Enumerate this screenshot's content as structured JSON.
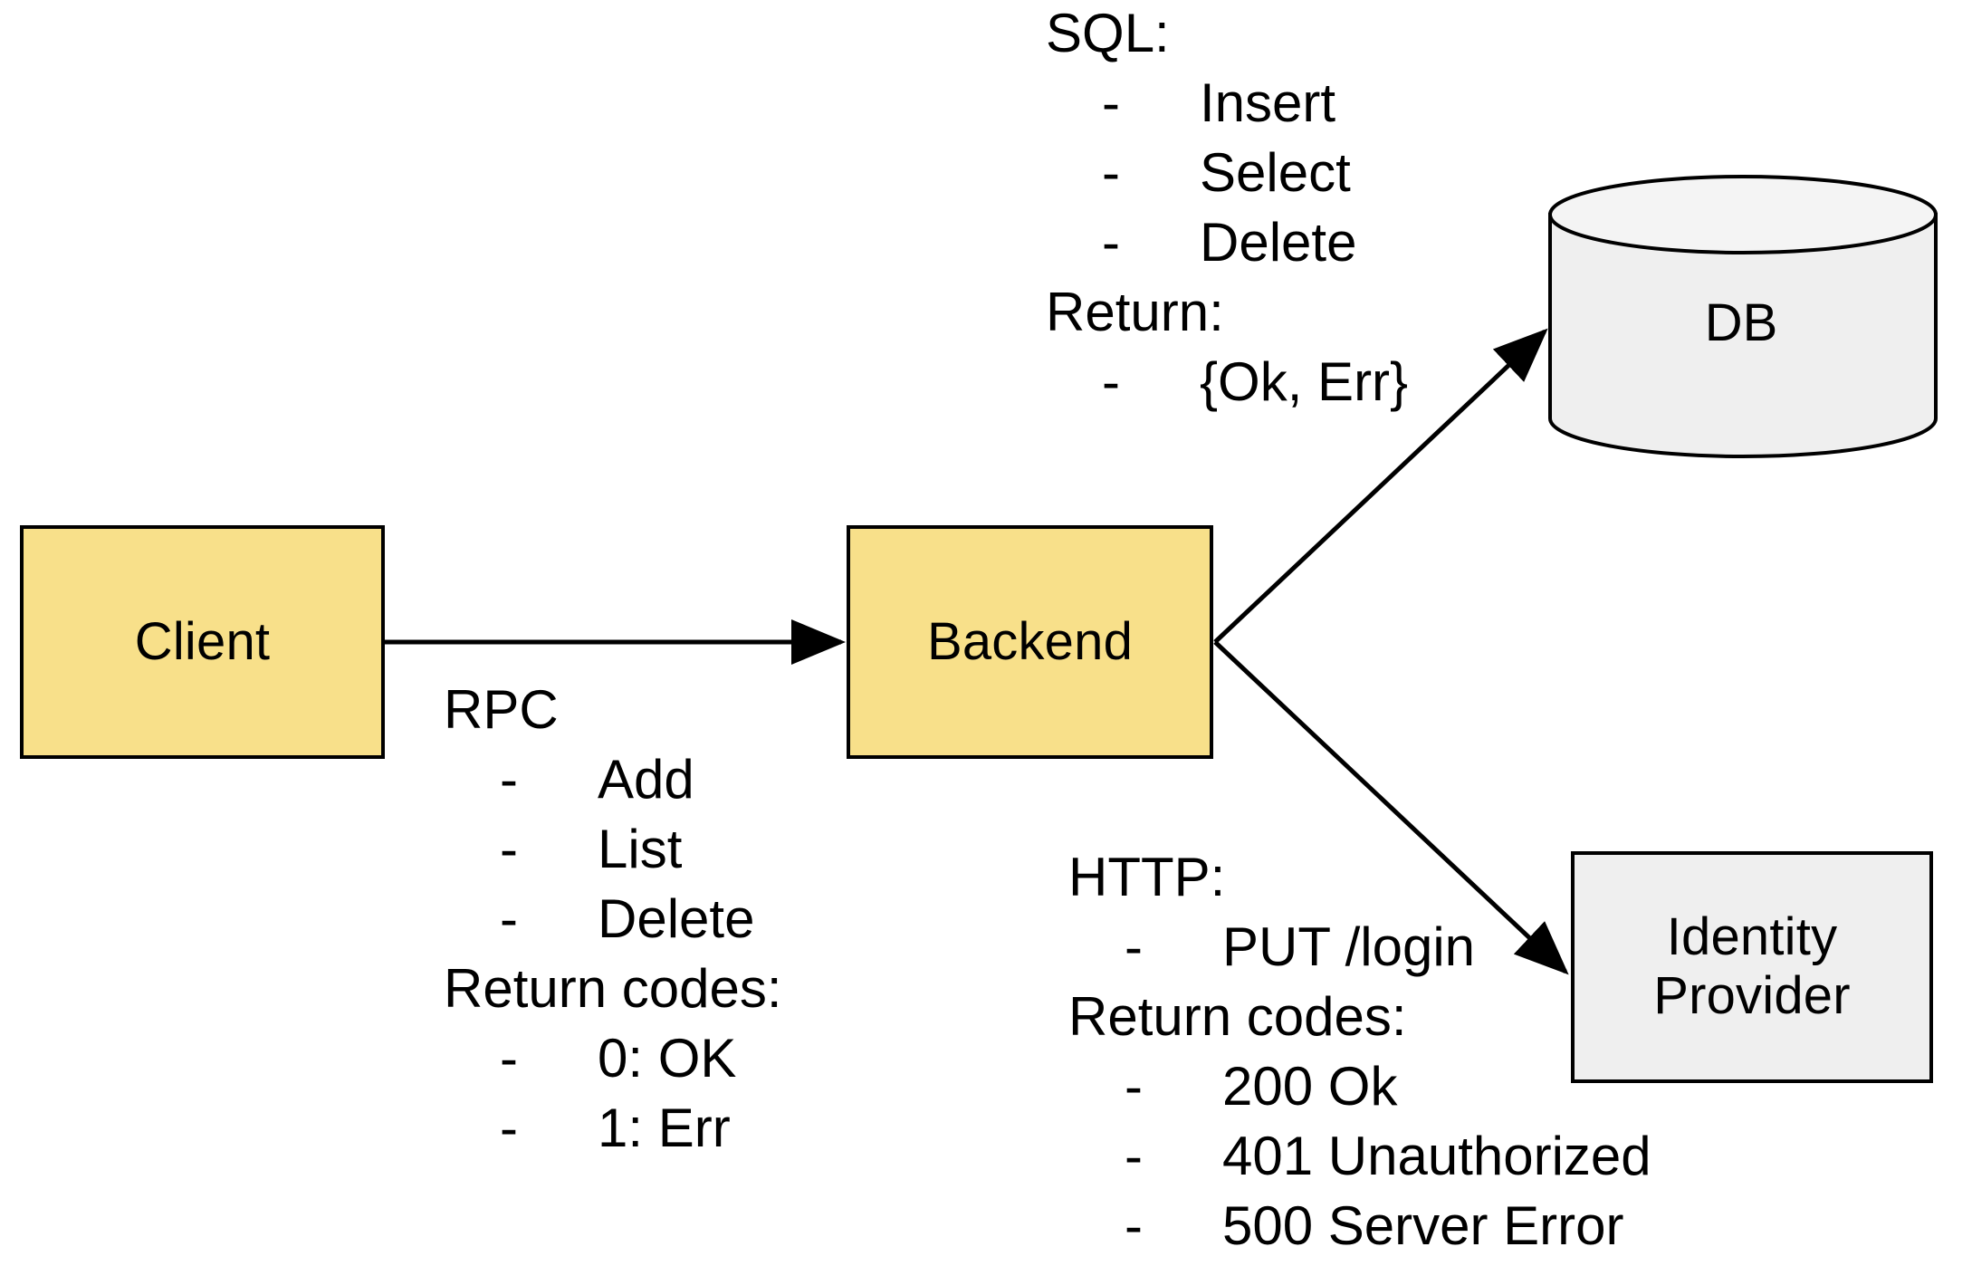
{
  "diagram": {
    "title": "Client / Backend / DB / Identity Provider architecture",
    "colors": {
      "node_yellow": "#F8E08A",
      "node_gray": "#EFEFEF",
      "stroke": "#000000",
      "background": "#FFFFFF"
    }
  },
  "nodes": {
    "client": {
      "label": "Client",
      "shape": "rectangle",
      "fill": "#F8E08A"
    },
    "backend": {
      "label": "Backend",
      "shape": "rectangle",
      "fill": "#F8E08A"
    },
    "db": {
      "label": "DB",
      "shape": "cylinder",
      "fill": "#EFEFEF"
    },
    "identity_provider": {
      "label": "Identity\nProvider",
      "label_line1": "Identity",
      "label_line2": "Provider",
      "shape": "rectangle",
      "fill": "#EFEFEF"
    }
  },
  "edges": [
    {
      "name": "client-to-backend",
      "from": "client",
      "to": "backend",
      "annotation": "rpc",
      "style": "solid-arrow"
    },
    {
      "name": "backend-to-db",
      "from": "backend",
      "to": "db",
      "annotation": "sql",
      "style": "solid-arrow"
    },
    {
      "name": "backend-to-identity-provider",
      "from": "backend",
      "to": "identity_provider",
      "annotation": "http",
      "style": "solid-arrow"
    }
  ],
  "annotations": {
    "rpc": {
      "heading": "RPC",
      "items": [
        "Add",
        "List",
        "Delete"
      ],
      "subheading": "Return codes:",
      "sub_items": [
        "0: OK",
        "1: Err"
      ],
      "bullet": "-"
    },
    "sql": {
      "heading": "SQL:",
      "items": [
        "Insert",
        "Select",
        "Delete"
      ],
      "subheading": "Return:",
      "sub_items": [
        "{Ok, Err}"
      ],
      "bullet": "-"
    },
    "http": {
      "heading": "HTTP:",
      "items": [
        "PUT /login"
      ],
      "subheading": "Return codes:",
      "sub_items": [
        "200 Ok",
        "401 Unauthorized",
        "500 Server Error"
      ],
      "bullet": "-"
    }
  }
}
